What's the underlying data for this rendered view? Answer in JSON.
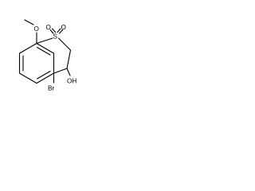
{
  "structure": {
    "labels": {
      "methoxy_o": "O",
      "sulfur": "S",
      "sulfonyl_o_left": "O",
      "sulfonyl_o_right": "O",
      "bromine": "Br",
      "hydroxyl": "OH"
    }
  }
}
